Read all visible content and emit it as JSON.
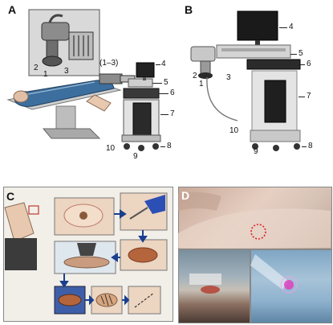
{
  "figure": {
    "panels": [
      {
        "id": "A",
        "label": "A"
      },
      {
        "id": "B",
        "label": "B"
      },
      {
        "id": "C",
        "label": "C"
      },
      {
        "id": "D",
        "label": "D"
      }
    ],
    "panel_a_callouts": {
      "c1": "1",
      "c2": "2",
      "c3": "3",
      "c1to3": "(1–3)",
      "c4": "4",
      "c5": "5",
      "c6": "6",
      "c7": "7",
      "c8": "8",
      "c9": "9",
      "c10": "10"
    },
    "panel_b_callouts": {
      "c1": "1",
      "c2": "2",
      "c3": "3",
      "c4": "4",
      "c5": "5",
      "c6": "6",
      "c7": "7",
      "c8": "8",
      "c9": "9",
      "c10": "10"
    },
    "colors": {
      "device_gray": "#9a9a9a",
      "device_dark": "#2a2a2a",
      "mattress_blue": "#3d6f9e",
      "skin": "#e8c9b0",
      "panel_c_bg": "#f2efe9",
      "arrow_blue": "#1a3f8f",
      "glove_blue": "#2c4fb5",
      "lesion_red": "#c0392b",
      "photo_blue": "#8fb2cf"
    }
  }
}
